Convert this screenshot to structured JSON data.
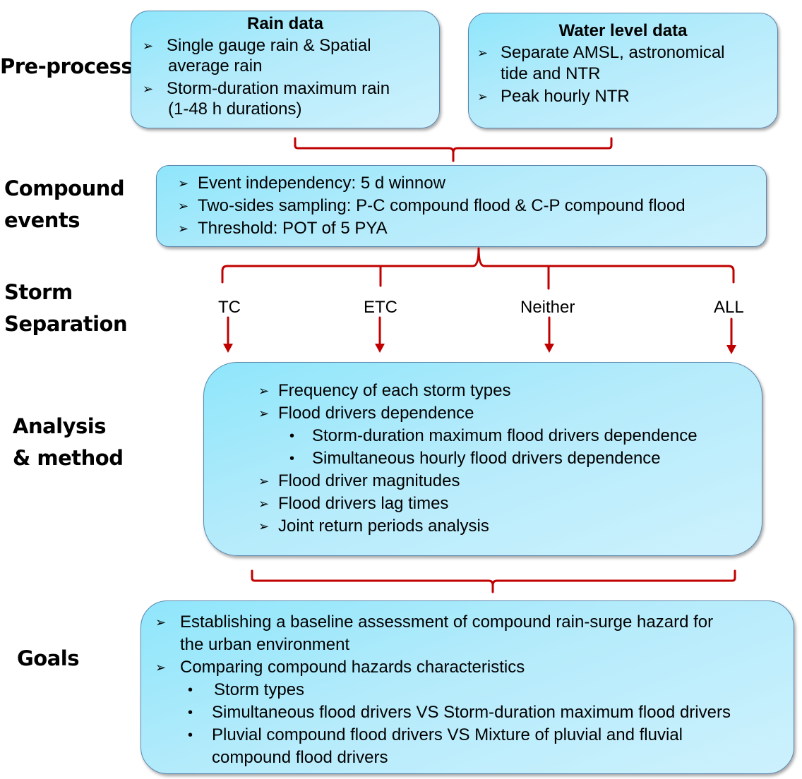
{
  "stages": {
    "preprocess": "Pre-process",
    "compound_line1": "Compound",
    "compound_line2": "events",
    "storm_line1": "Storm",
    "storm_line2": "Separation",
    "analysis_line1": "Analysis",
    "analysis_line2": "& method",
    "goals": "Goals"
  },
  "rain_box": {
    "title": "Rain data",
    "items": [
      {
        "line1": "Single gauge rain & Spatial",
        "line2": "average rain"
      },
      {
        "line1": "Storm-duration maximum rain",
        "line2": "(1-48 h durations)"
      }
    ]
  },
  "water_box": {
    "title": "Water level data",
    "items": [
      {
        "line1": "Separate AMSL, astronomical",
        "line2": "tide and NTR"
      },
      {
        "line1": "Peak hourly NTR"
      }
    ]
  },
  "compound_box": {
    "items": [
      "Event independency: 5 d winnow",
      "Two-sides sampling: P-C compound flood & C-P compound flood",
      "Threshold: POT of 5 PYA"
    ]
  },
  "storm_types": [
    "TC",
    "ETC",
    "Neither",
    "ALL"
  ],
  "analysis_box": {
    "items": [
      "Frequency of each storm types",
      "Flood drivers dependence",
      "Flood driver magnitudes",
      "Flood drivers lag times",
      "Joint return periods analysis"
    ],
    "subitems": [
      "Storm-duration maximum flood drivers dependence",
      "Simultaneous hourly flood drivers dependence"
    ]
  },
  "goals_box": {
    "item1_line1": "Establishing a baseline assessment of compound rain-surge hazard for",
    "item1_line2": "the urban environment",
    "item2": "Comparing compound hazards characteristics",
    "subitems": [
      {
        "line1": "Storm types"
      },
      {
        "line1": "Simultaneous flood drivers VS Storm-duration maximum flood drivers"
      },
      {
        "line1": "Pluvial compound flood drivers VS Mixture of pluvial and fluvial",
        "line2": "compound flood drivers"
      }
    ]
  },
  "icons": {
    "item_bullet": "arrowhead-bullet",
    "sub_bullet": "dot-bullet"
  },
  "colors": {
    "connector": "#c00000",
    "box_fill": "#b4ebfb",
    "box_border": "#5b86ad"
  }
}
